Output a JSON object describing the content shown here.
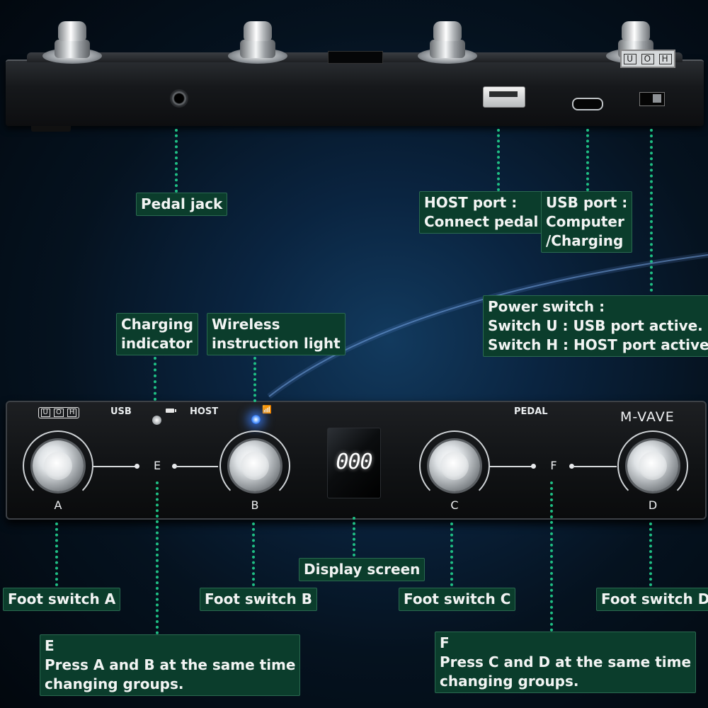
{
  "device": {
    "brand": "M-VAVE",
    "display_value": "000",
    "switch_positions": [
      "U",
      "O",
      "H"
    ],
    "panel_labels": {
      "usb": "USB",
      "host": "HOST",
      "pedal": "PEDAL"
    },
    "foot_switch_letters": [
      "A",
      "B",
      "C",
      "D"
    ],
    "group_letters": [
      "E",
      "F"
    ],
    "icons": [
      "battery-icon",
      "wireless-icon"
    ],
    "colors": {
      "callout_bg": "#0b3d2c",
      "callout_dots": "#1fbf84",
      "wireless_led": "#3f8cff"
    }
  },
  "callouts": {
    "pedal_jack": [
      "Pedal jack"
    ],
    "host_port": [
      "HOST port :",
      "Connect pedal"
    ],
    "usb_port": [
      "USB port :",
      "Computer",
      "/Charging"
    ],
    "power_switch": [
      "Power switch :",
      "Switch U : USB port active.",
      "Switch H : HOST port active."
    ],
    "charging_indicator": [
      "Charging",
      "indicator"
    ],
    "wireless_light": [
      "Wireless",
      "instruction light"
    ],
    "display_screen": [
      "Display screen"
    ],
    "foot_switch_a": [
      "Foot switch A"
    ],
    "foot_switch_b": [
      "Foot switch B"
    ],
    "foot_switch_c": [
      "Foot switch C"
    ],
    "foot_switch_d": [
      "Foot switch D"
    ],
    "group_e": [
      "E",
      "Press A and B at the same time",
      "changing groups."
    ],
    "group_f": [
      "F",
      "Press C and D at the same time",
      "changing groups."
    ]
  }
}
